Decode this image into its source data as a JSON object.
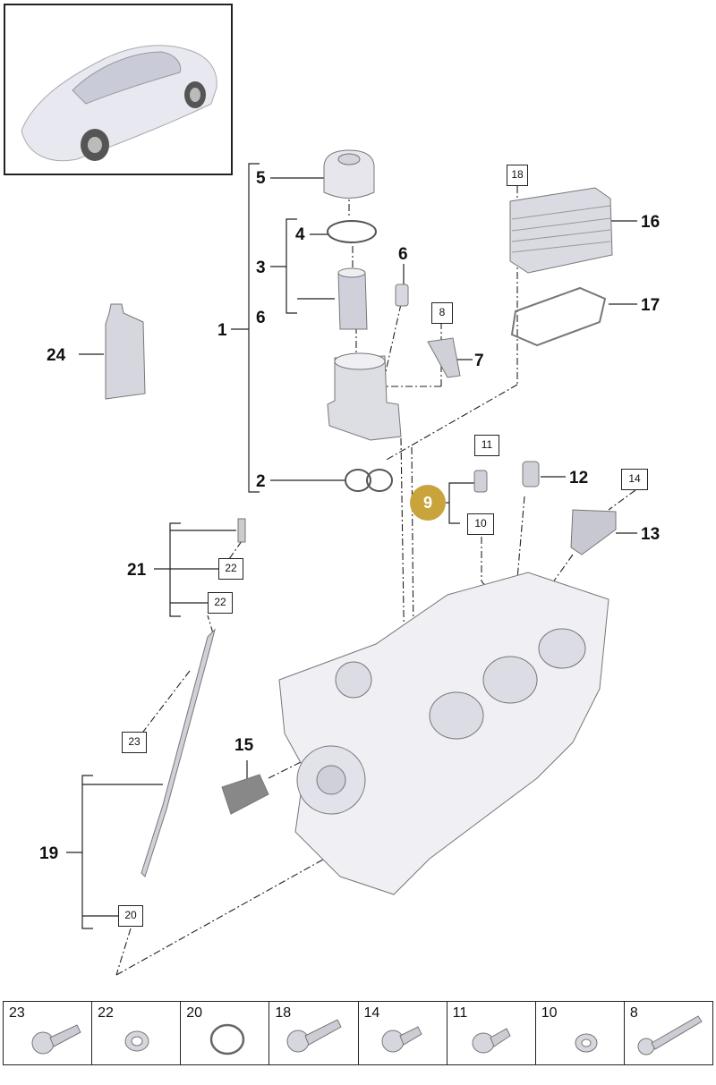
{
  "callouts": {
    "c1": "1",
    "c2": "2",
    "c3": "3",
    "c4": "4",
    "c5": "5",
    "c6a": "6",
    "c6b": "6",
    "c7": "7",
    "c8": "8",
    "c9": "9",
    "c10": "10",
    "c11": "11",
    "c12": "12",
    "c13": "13",
    "c14": "14",
    "c15": "15",
    "c16": "16",
    "c17": "17",
    "c18": "18",
    "c19": "19",
    "c20": "20",
    "c21": "21",
    "c22a": "22",
    "c22b": "22",
    "c23": "23",
    "c24": "24"
  },
  "parts_strip": [
    {
      "number": "23",
      "icon": "bolt-icon"
    },
    {
      "number": "22",
      "icon": "seal-ring-icon"
    },
    {
      "number": "20",
      "icon": "o-ring-icon"
    },
    {
      "number": "18",
      "icon": "bolt-icon"
    },
    {
      "number": "14",
      "icon": "bolt-icon"
    },
    {
      "number": "11",
      "icon": "bolt-icon"
    },
    {
      "number": "10",
      "icon": "seal-ring-icon"
    },
    {
      "number": "8",
      "icon": "long-bolt-icon"
    }
  ],
  "colors": {
    "highlight_badge": "#c9a33b",
    "part_fill": "#e6e6ec",
    "line": "#222222"
  }
}
